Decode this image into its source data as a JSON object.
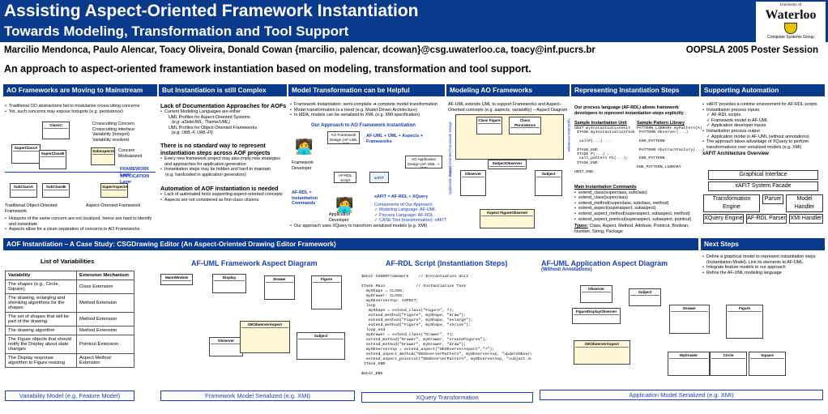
{
  "header": {
    "title1": "Assisting Aspect-Oriented Framework Instantiation",
    "title2": "Towards Modeling, Transformation and Tool Support",
    "logo_top": "University of",
    "logo_name": "Waterloo",
    "logo_group": "Computer Systems Group"
  },
  "authors": "Marcilio Mendonca, Paulo Alencar, Toacy Oliveira, Donald Cowan    {marcilio, palencar, dcowan}@csg.uwaterloo.ca, toacy@inf.pucrs.br",
  "venue": "OOPSLA 2005 Poster Session",
  "abstract": "An approach to aspect-oriented framework instantiation based on modeling, transformation and tool support.",
  "sections": {
    "s1": "AO Frameworks are Moving to Mainstream",
    "s2": "But Instantiation is still Complex",
    "s3": "Model Transformation can be Helpful",
    "s4": "Modeling AO Frameworks",
    "s5": "Representing Instantiation Steps",
    "s6": "Supporting Automation",
    "s7": "AOF Instantiation – A Case Study: CSGDrawing Editor (An Aspect-Oriented Drawing Editor Framework)",
    "s8": "Next Steps"
  },
  "col1": {
    "b1": "Traditional OO abstractions fail to modularize crosscutting concerns",
    "b2": "Yet, such concerns may expose hotspots (e.g. persistence)",
    "legend": [
      "Crosscutting Concern",
      "Crosscutting interface",
      "Variability (hotspot)",
      "Variability resolved"
    ],
    "classes": [
      "ClassC",
      "SuperClassA",
      "SuperClassB",
      "SubClassA",
      "SubClassB",
      "SubAspectA",
      "SuperAspectA",
      "Concern Modularized"
    ],
    "fw_layer": "FRAMEWORK Layer",
    "app_layer": "APPLICATION Layer",
    "cap_left": "Traditional Object-Oriented Framework",
    "cap_right": "Aspect-Oriented Framework",
    "b3": "Hotspots of the same concern are not localized, hence are hard to identify and instantiate",
    "b4": "Aspects allow for a clean separation of concerns in AO Frameworks"
  },
  "col2": {
    "h1": "Lack of Documentation Approaches for AOFs",
    "p1": "Current Modeling Languages are either:",
    "p1a": "UML Profiles for Aspect-Oriented Systems",
    "p1a2": "(e.g. aSideUML, Theme/UML)",
    "p1b": "UML Profiles for Object-Oriented Frameworks",
    "p1b2": "(e.g. UML-F, UML-FI)",
    "h2a": "There is no ",
    "h2b": "standard",
    "h2c": " way to represent instantiation steps across AOF projects",
    "p2": "Every new framework project may also imply new strategies and approaches for application generation",
    "p3": "Instantiation steps may be hidden and hard to maintain",
    "p3b": "(e.g. hardcoded in application generators)",
    "h3": "Automation of AOF instantiation is needed",
    "p4": "Lack of automated tools supporting aspect-oriented concepts",
    "p5": "Aspects are not considered as first-class citizens"
  },
  "col3": {
    "b1": "Framework Instantiation: semi-complete ➔ complete model transformation",
    "b2": "Model transformation is a trend (e.g. Model-Driven Architecture)",
    "b3": "In MDA, models can be serialized to XML (e.g. XMI specification)",
    "diag_title": "Our Approach to AO Framework Instantiation",
    "fw_design": "AO Framework Design (AF-UML -> XMI)",
    "fw_dev": "Framework Developer",
    "formula": "AF-UML + UML + Aspects + Frameworks",
    "app_design": "AO Application Design (AF-UML -> XMI)",
    "rdl_script": "AF-RDL Script",
    "xafit": "xAFIT",
    "app_dev": "Application Developer",
    "afrdl": "AF-RDL = Instantiation Commands",
    "xafit_def": "xAFIT = AF-RDL + XQuery",
    "comp_title": "Components of Our Approach:",
    "comp1": "Modeling Language: AF-UML",
    "comp2": "Process Language: AF-RDL",
    "comp3": "CASE Tool (transformation): xAFIT",
    "b4": "Our approach uses XQuery to transform serialized models (e.g. XMI)"
  },
  "col4": {
    "intro": "AF-UML extends UML to support Frameworks and Aspect-Oriented concepts (e.g. aspects, variability) – Aspect Diagram",
    "side_left": "Aspect-Oriented Framework Design",
    "side_mid": "Application Design",
    "side_right": "Application Developer",
    "boxes": [
      "Class Figure",
      "Class Persistence",
      "Observer",
      "Subject",
      "Aspect FigureObserver",
      "SubjectObserver"
    ]
  },
  "col5": {
    "intro": "Our process language (AF-RDL) allows framework developers to represent instantiation steps explicitly",
    "sample_h": "Sample Instantiation Unit",
    "sample_code": "UNIT myInstantiationUnit\n ITASK myInstantiationTask\n\n  callP(...) ...\n\n ITASK_END\n ITASK P(...) ...\n  call_pattern P1(...);\n ITASK_END\n\nUNIT_END",
    "pattern_h": "Sample Pattern Library",
    "pattern_code": "PATTERN_LIBRARY myPattern(A)\n PATTERN Observer(...)\n\n END_PATTERN\n\n PATTERN AbstractFactory(...)\n\n END_PATTERN\n\nEND_PATTERN_LIBRARY",
    "cmds_h": "Main Instantiation Commands",
    "cmds": [
      "extend_class(superclass, subclass)",
      "extend_class(superclass)",
      "extend_method(superclass, subclass, method)",
      "extend_aspect(superaspect, subaspect)",
      "extend_aspect_method(superaspect, subaspect, method)",
      "extend_aspect_pointcut(superaspect, subaspect, pointcut)"
    ],
    "types_label": "Types:",
    "types": " Class, Aspect, Method, Attribute, Pointcut, Boolean, Number, String, Package"
  },
  "col6": {
    "b1": "xAFIT provides a runtime environment for AF-RDL scripts",
    "b2": "Instantiation process inputs",
    "b2a": "AF-RDL scripts",
    "b2b": "Framework model in AF-UML",
    "b2c": "Application developer inputs",
    "b3": "Instantiation process output",
    "b3a": "Application model in AF-UML (without annotations)",
    "b4": "The approach takes advantage of XQuery to perform transformations over serialized models (e.g. XMI)",
    "arch_h": "xAFIT Architecture Overview",
    "gi": "Graphical Interface",
    "facade": "xAFIT System Facade",
    "te": "Transformation Engine",
    "parser": "Parser",
    "mh": "Model Handler",
    "xqe": "XQuery Engine",
    "afp": "AF-RDL Parser",
    "xmlh": "XMI Handler"
  },
  "case": {
    "vars_title": "List of Variabilities",
    "th1": "Variability",
    "th2": "Extension Mechanism",
    "rows": [
      {
        "a": "The shapes (e.g., Circle, Square)",
        "b": "Class Extension"
      },
      {
        "a": "The drawing, enlarging and shrinking algorithms for the shapes",
        "b": "Method Extension"
      },
      {
        "a": "The set of shapes that will be part of the drawing",
        "b": "Method Extension"
      },
      {
        "a": "The drawing algorithm",
        "b": "Method Extension"
      },
      {
        "a": "The Figure objects that should notify the Display about state changes",
        "b": "Pointcut Extension"
      },
      {
        "a": "The Display response algorithm to Figure resizing",
        "b": "Aspect Method Extension"
      }
    ],
    "fw_title": "AF-UML Framework Aspect Diagram",
    "rdl_title": "AF-RDL Script (Instantiation Steps)",
    "app_title": "AF-UML Application Aspect Diagram",
    "app_sub": "(Without Annotations)",
    "fw_boxes": [
      "MainWindow",
      "Display",
      "Drawer",
      "Figure",
      "Observer",
      "Subject",
      "DEObserverAspect"
    ],
    "app_boxes": [
      "MyDrawer",
      "Drawer",
      "Figure",
      "Circle",
      "Square",
      "Observer",
      "Subject",
      "FigureDisplayObserver",
      "DEObserverAspect"
    ],
    "script": "$Unit CSGDEFramework    // Instantiation Unit\n\nITask Main             // Instantiation Task\n  myShape = CLASS;\n  myDrawer: CLASS;\n  myObserverAsp: ASPECT;\n  loop\n   myShape = extend_class(\"Figure\", ?);\n   extend_method(\"Figure\", myShape, \"draw\");\n   extend_method(\"Figure\", myShape, \"enlarge\");\n   extend_method(\"Figure\", myShape, \"shrink\");\n  loop_end\n  myDrawer = extend_class(\"Drawer\", ?);\n  extend_method(\"Drawer\", myDrawer, \"createFigures\");\n  extend_method(\"Drawer\", myDrawer, \"draw\");\n  myObserverAsp = extend_aspect(\"DEObserverAspect\",\"?\");\n  extend_aspect_method(\"DEObserverPattern\", myObserverAsp, \"updateObserver\");\n  extend_aspect_pointcut(\"DEObserverPattern\", myObserverAsp, \"subject.notifyObservers\");\n ITask_END\n\n$Unit_END"
  },
  "next": {
    "b1": "Define a graphical model to represent instantiation steps (Instantiation Model). Link its elements to AF-UML.",
    "b2": "Integrate feature models to our approach",
    "b3": "Refine the AF-UML modeling language"
  },
  "bottom": {
    "var_model": "Variability Model (e.g. Feature Model)",
    "fw_ser": "Framework Model Serialized (e.g. XMI)",
    "xq": "XQuery Transformation",
    "app_ser": "Application Model Serialized (e.g. XMI)"
  }
}
